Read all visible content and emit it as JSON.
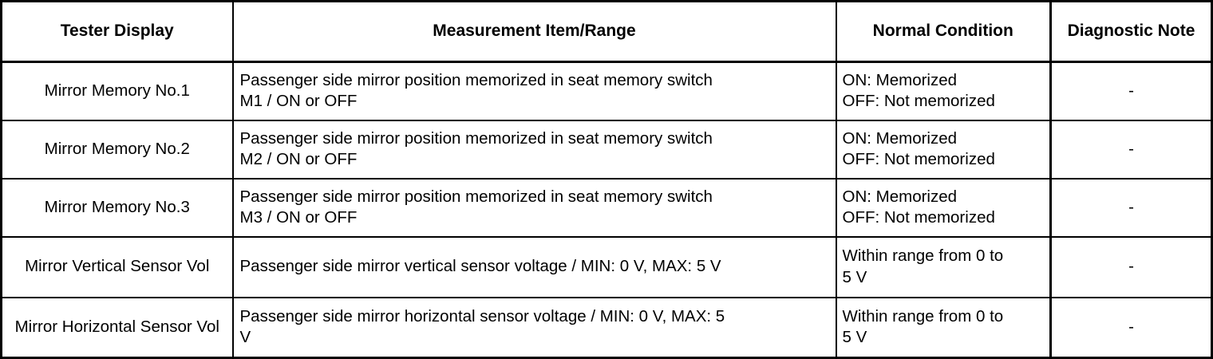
{
  "table": {
    "headers": [
      {
        "label": "Tester Display",
        "name": "tester-display"
      },
      {
        "label": "Measurement Item/Range",
        "name": "measurement-item-range"
      },
      {
        "label": "Normal Condition",
        "name": "normal-condition"
      },
      {
        "label": "Diagnostic Note",
        "name": "diagnostic-note"
      }
    ],
    "rows": [
      {
        "tester_display": "Mirror Memory No.1",
        "measurement_line1": "Passenger side mirror position memorized in seat memory switch",
        "measurement_line2": "M1 / ON or OFF",
        "normal_line1": "ON: Memorized",
        "normal_line2": "OFF: Not memorized",
        "diagnostic_note": "-"
      },
      {
        "tester_display": "Mirror Memory No.2",
        "measurement_line1": "Passenger side mirror position memorized in seat memory switch",
        "measurement_line2": "M2 / ON or OFF",
        "normal_line1": "ON: Memorized",
        "normal_line2": "OFF: Not memorized",
        "diagnostic_note": "-"
      },
      {
        "tester_display": "Mirror Memory No.3",
        "measurement_line1": "Passenger side mirror position memorized in seat memory switch",
        "measurement_line2": "M3 / ON or OFF",
        "normal_line1": "ON: Memorized",
        "normal_line2": "OFF: Not memorized",
        "diagnostic_note": "-"
      },
      {
        "tester_display": "Mirror Vertical Sensor Vol",
        "measurement_line1": "Passenger side mirror vertical sensor voltage / MIN: 0 V, MAX: 5 V",
        "measurement_line2": "",
        "normal_line1": "Within range from 0 to",
        "normal_line2": "5 V",
        "diagnostic_note": "-"
      },
      {
        "tester_display": "Mirror Horizontal Sensor Vol",
        "measurement_line1": "Passenger side mirror horizontal sensor voltage / MIN: 0 V, MAX: 5",
        "measurement_line2": "V",
        "normal_line1": "Within range from 0 to",
        "normal_line2": "5 V",
        "diagnostic_note": "-"
      }
    ]
  },
  "colors": {
    "border": "#000000",
    "text": "#000000",
    "background": "#ffffff"
  }
}
